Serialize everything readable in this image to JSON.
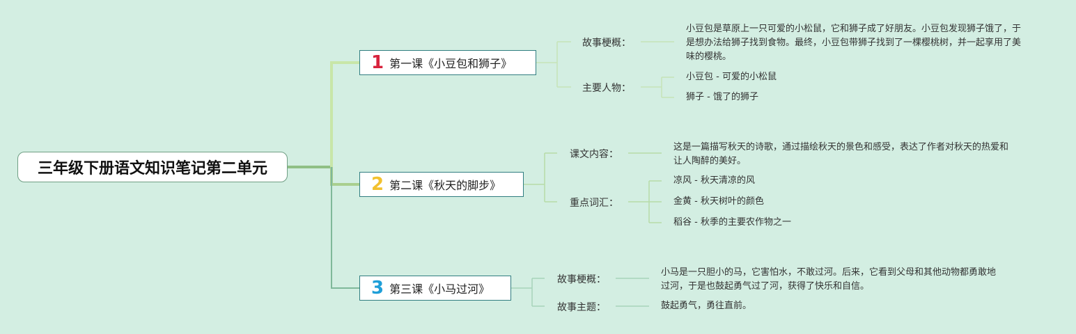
{
  "root": {
    "title": "三年级下册语文知识笔记第二单元"
  },
  "colors": {
    "background": "#d3eee2",
    "num1": "#d8233d",
    "num2": "#f2c12e",
    "num3": "#1f9fd8",
    "branch1": "#c8e6a8",
    "branch2": "#a9cf8e",
    "branch3": "#7fb89a"
  },
  "lessons": [
    {
      "num": "1",
      "title": "第一课《小豆包和狮子》",
      "sections": [
        {
          "label": "故事梗概：",
          "items": [
            "小豆包是草原上一只可爱的小松鼠，它和狮子成了好朋友。小豆包发现狮子饿了，于是想办法给狮子找到食物。最终，小豆包带狮子找到了一棵樱桃树，并一起享用了美味的樱桃。"
          ]
        },
        {
          "label": "主要人物：",
          "items": [
            "小豆包 - 可爱的小松鼠",
            "狮子 - 饿了的狮子"
          ]
        }
      ]
    },
    {
      "num": "2",
      "title": "第二课《秋天的脚步》",
      "sections": [
        {
          "label": "课文内容：",
          "items": [
            "这是一篇描写秋天的诗歌，通过描绘秋天的景色和感受，表达了作者对秋天的热爱和让人陶醉的美好。"
          ]
        },
        {
          "label": "重点词汇：",
          "items": [
            "凉风 - 秋天清凉的风",
            "金黄 - 秋天树叶的颜色",
            "稻谷 - 秋季的主要农作物之一"
          ]
        }
      ]
    },
    {
      "num": "3",
      "title": "第三课《小马过河》",
      "sections": [
        {
          "label": "故事梗概：",
          "items": [
            "小马是一只胆小的马，它害怕水，不敢过河。后来，它看到父母和其他动物都勇敢地过河，于是也鼓起勇气过了河，获得了快乐和自信。"
          ]
        },
        {
          "label": "故事主题：",
          "items": [
            "鼓起勇气，勇往直前。"
          ]
        }
      ]
    }
  ]
}
